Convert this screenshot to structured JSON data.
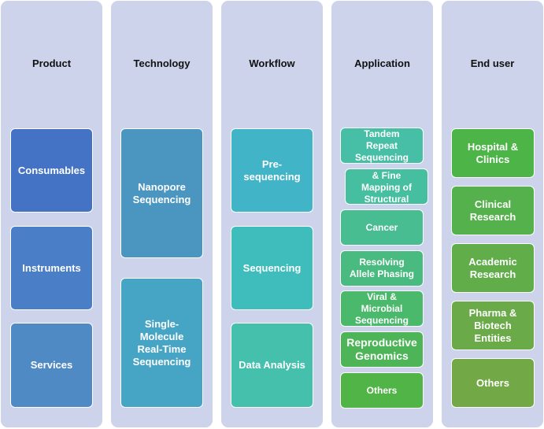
{
  "columns": [
    {
      "title": "Product",
      "items": [
        "Consumables",
        "Instruments",
        "Services"
      ]
    },
    {
      "title": "Technology",
      "items": [
        "Nanopore\nSequencing",
        "Single-\nMolecule\nReal-Time\nSequencing"
      ]
    },
    {
      "title": "Workflow",
      "items": [
        "Pre-\nsequencing",
        "Sequencing",
        "Data Analysis"
      ]
    },
    {
      "title": "Application",
      "items": [
        "Tandem\nRepeat\nSequencing",
        "Identification\n& Fine\nMapping of\nStructural\nVariation",
        "Cancer",
        "Resolving\nAllele Phasing",
        "Viral &\nMicrobial\nSequencing",
        "Reproductive\nGenomics",
        "Others"
      ]
    },
    {
      "title": "End user",
      "items": [
        "Hospital &\nClinics",
        "Clinical\nResearch",
        "Academic\nResearch",
        "Pharma &\nBiotech\nEntities",
        "Others"
      ]
    }
  ],
  "colors": {
    "panel": "#ccd3ea",
    "product": [
      "#4472c4",
      "#4a7ec6",
      "#4f8ac4"
    ],
    "technology": [
      "#4a96c0",
      "#46a4c4"
    ],
    "workflow": [
      "#41b4c8",
      "#3fbcbc",
      "#44c0ac"
    ],
    "application": [
      "#46bfa6",
      "#46bea0",
      "#48bd92",
      "#49bb80",
      "#4bb96c",
      "#4db558",
      "#50b446"
    ],
    "enduser": [
      "#4db548",
      "#55b14b",
      "#60ad4a",
      "#6aaa48",
      "#72a946"
    ]
  }
}
